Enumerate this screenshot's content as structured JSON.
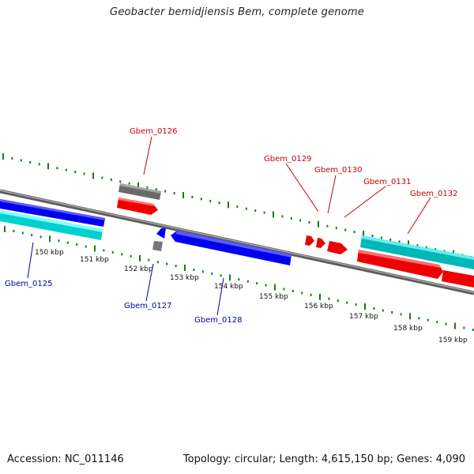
{
  "header": {
    "title": "Geobacter bemidjiensis Bem, complete genome"
  },
  "footer": {
    "accession": "Accession: NC_011146",
    "summary": "Topology: circular; Length: 4,615,150 bp; Genes: 4,090"
  },
  "scale_ticks": [
    "150 kbp",
    "151 kbp",
    "152 kbp",
    "153 kbp",
    "154 kbp",
    "155 kbp",
    "156 kbp",
    "157 kbp",
    "158 kbp",
    "159 kbp"
  ],
  "gene_labels_forward": [
    "Gbem_0126",
    "Gbem_0129",
    "Gbem_0130",
    "Gbem_0131",
    "Gbem_0132"
  ],
  "gene_labels_reverse": [
    "Gbem_0125",
    "Gbem_0127",
    "Gbem_0128"
  ],
  "colors": {
    "forward_label": "#cc0000",
    "reverse_label": "#0000aa",
    "forward_gene": "#ee0000",
    "reverse_gene": "#0000ee",
    "rna_or_pseudo": "#666666",
    "cyan_feature": "#00cccc",
    "backbone": "#777777",
    "tick": "#1a7a1a"
  }
}
